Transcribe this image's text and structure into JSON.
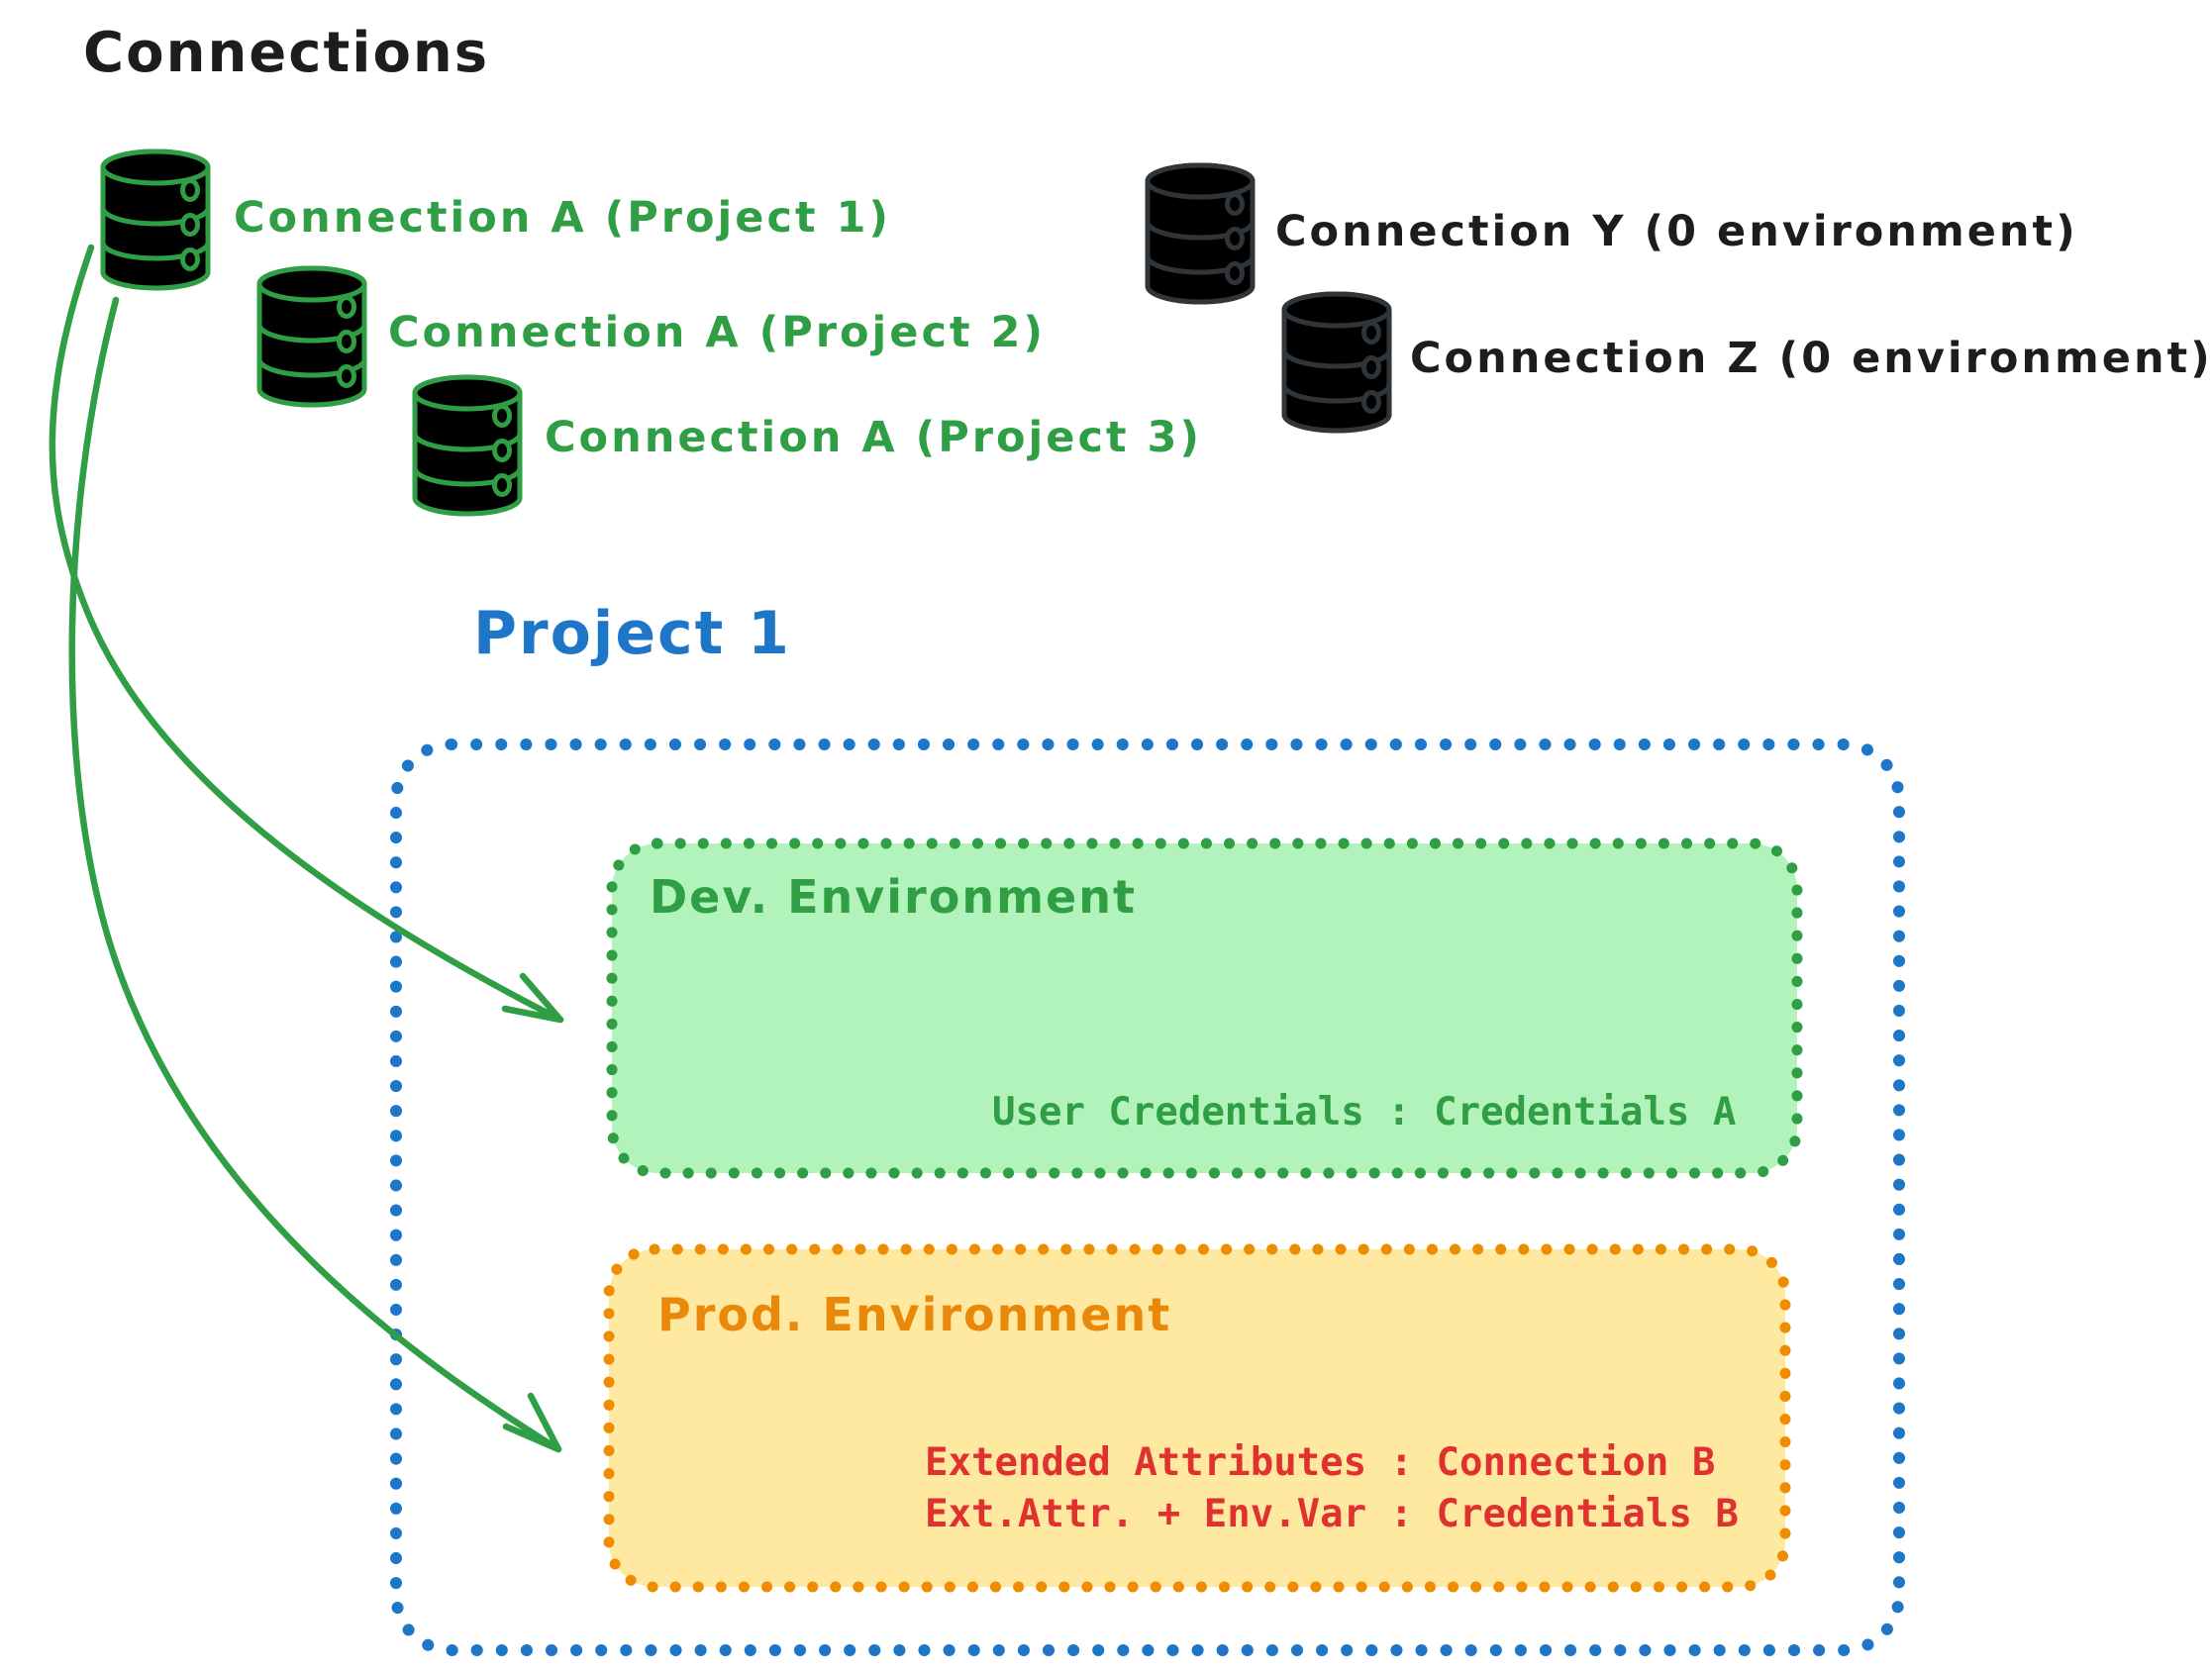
{
  "diagram": {
    "title": "Connections",
    "connections": {
      "project_scoped": [
        {
          "label": "Connection A (Project 1)",
          "icon": "database-icon"
        },
        {
          "label": "Connection A (Project 2)",
          "icon": "database-icon"
        },
        {
          "label": "Connection A (Project 3)",
          "icon": "database-icon"
        }
      ],
      "unassigned": [
        {
          "label": "Connection Y (0 environment)",
          "icon": "database-icon"
        },
        {
          "label": "Connection Z (0 environment)",
          "icon": "database-icon"
        }
      ]
    },
    "project": {
      "title": "Project 1",
      "environments": [
        {
          "name": "Dev. Environment",
          "mappings": [
            "User Credentials : Credentials A"
          ]
        },
        {
          "name": "Prod. Environment",
          "mappings": [
            "Extended Attributes : Connection B",
            "Ext.Attr. + Env.Var : Credentials B"
          ]
        }
      ]
    },
    "colors": {
      "green_stroke": "#2f9e44",
      "green_fill": "#b2f2bb",
      "blue": "#1e76c8",
      "orange_stroke": "#f08c00",
      "orange_fill": "#ffe9a0",
      "red": "#e03131",
      "black": "#1d1d1d",
      "gray_fill": "#d3d9de"
    }
  }
}
